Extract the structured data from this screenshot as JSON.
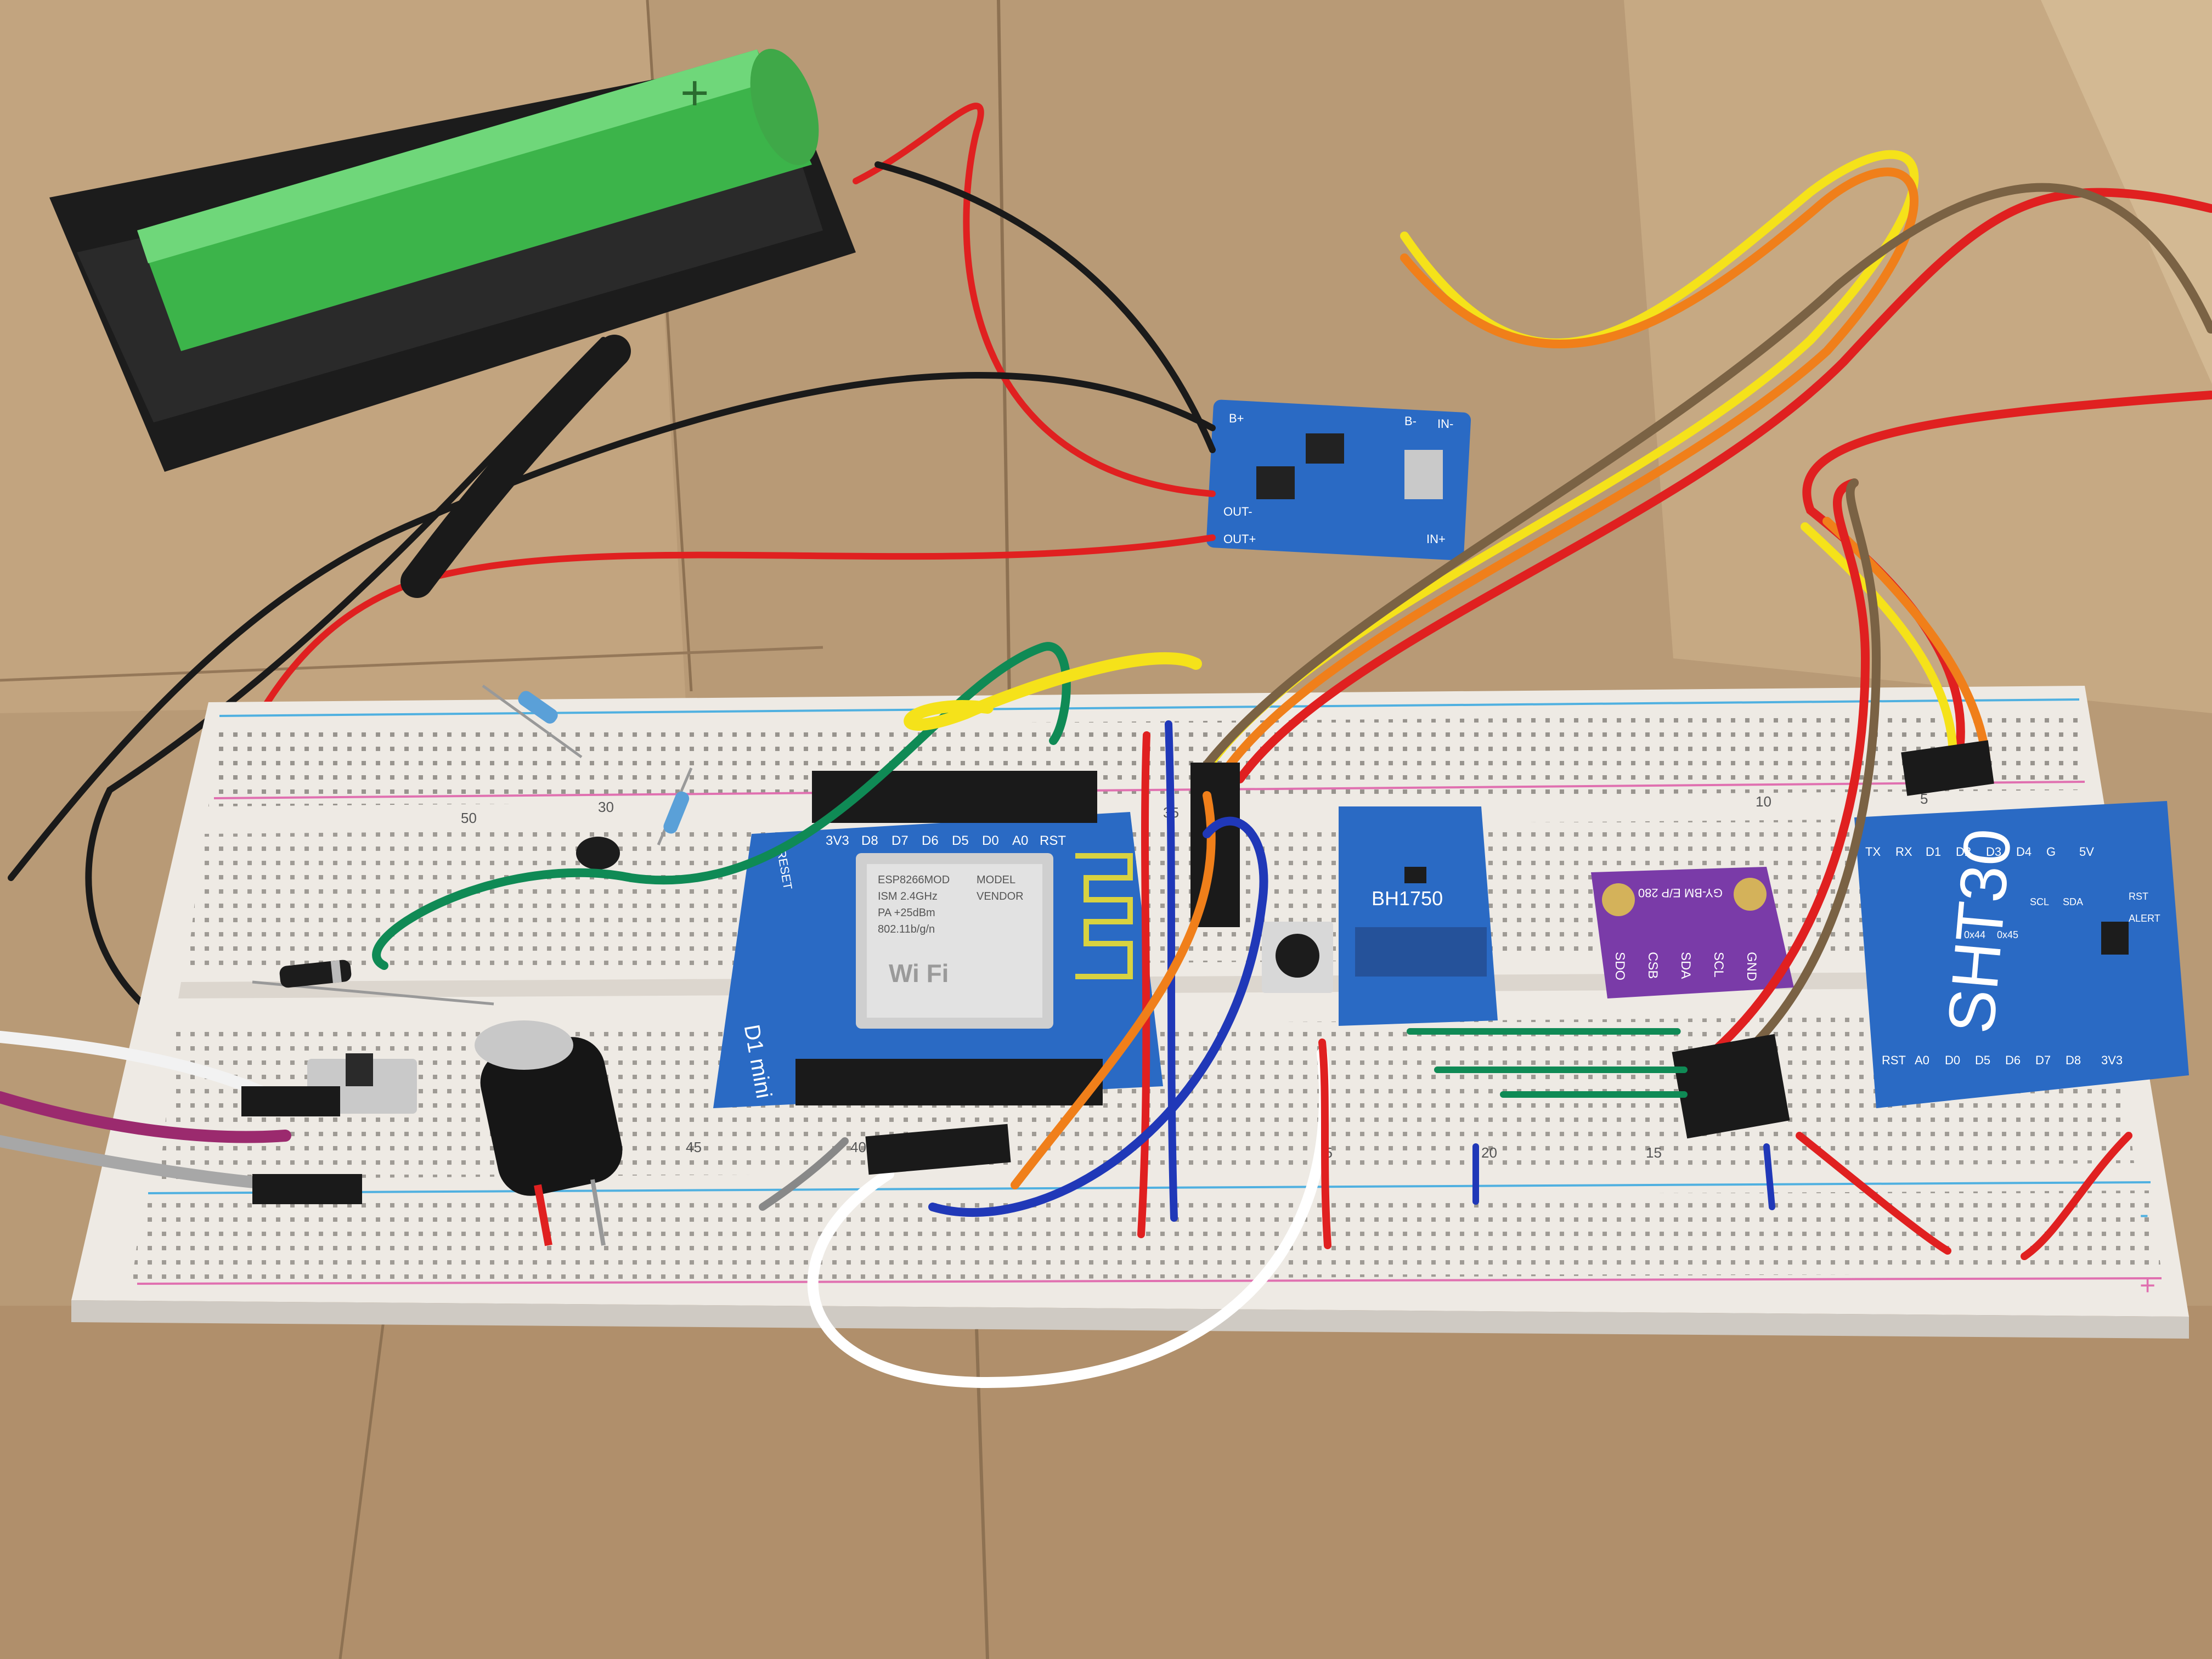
{
  "colors": {
    "cardboard": "#b89a76",
    "breadboard": "#eeeae4",
    "battery": "#3cb44a",
    "wire_red": "#e02020",
    "wire_yellow": "#f5e21a",
    "wire_orange": "#f07f1a",
    "wire_brown": "#7a6244",
    "wire_green": "#0f8a55",
    "wire_blue": "#2038b8",
    "board_blue": "#2a6ac4",
    "sensor_purple": "#7a3ba8"
  },
  "battery": {
    "marking": "+"
  },
  "charger": {
    "labels": [
      "B+",
      "B-",
      "OUT+",
      "OUT-",
      "IN+",
      "IN-"
    ]
  },
  "d1mini": {
    "top_pins": [
      "3V3",
      "D8",
      "D7",
      "D6",
      "D5",
      "D0",
      "A0",
      "RST"
    ],
    "reset_label": "RESET",
    "board_name": "D1 mini",
    "wifi_text": "Wi Fi",
    "esp_lines": [
      "ESP8266MOD",
      "ISM 2.4GHz",
      "PA +25dBm",
      "802.11b/g/n"
    ],
    "vendor_lines": [
      "VENDOR",
      "MODEL"
    ]
  },
  "bh1750": {
    "name": "BH1750"
  },
  "bme280": {
    "name": "GY-BM E/P 280",
    "pins": [
      "SDO",
      "CSB",
      "SDA",
      "SCL",
      "GND"
    ]
  },
  "sht30": {
    "name": "SHT30",
    "top_pins": [
      "TX",
      "RX",
      "D1",
      "D2",
      "D3",
      "D4",
      "G",
      "5V"
    ],
    "bottom_pins": [
      "RST",
      "A0",
      "D0",
      "D5",
      "D6",
      "D7",
      "D8",
      "3V3"
    ],
    "side_labels": [
      "SDA",
      "SCL",
      "0x44",
      "0x45",
      "RST",
      "ALERT"
    ]
  },
  "breadboard": {
    "column_numbers": [
      "50",
      "45",
      "40",
      "35",
      "30",
      "25",
      "20",
      "15",
      "10",
      "5"
    ],
    "rail_marks": [
      "+",
      "-"
    ]
  }
}
